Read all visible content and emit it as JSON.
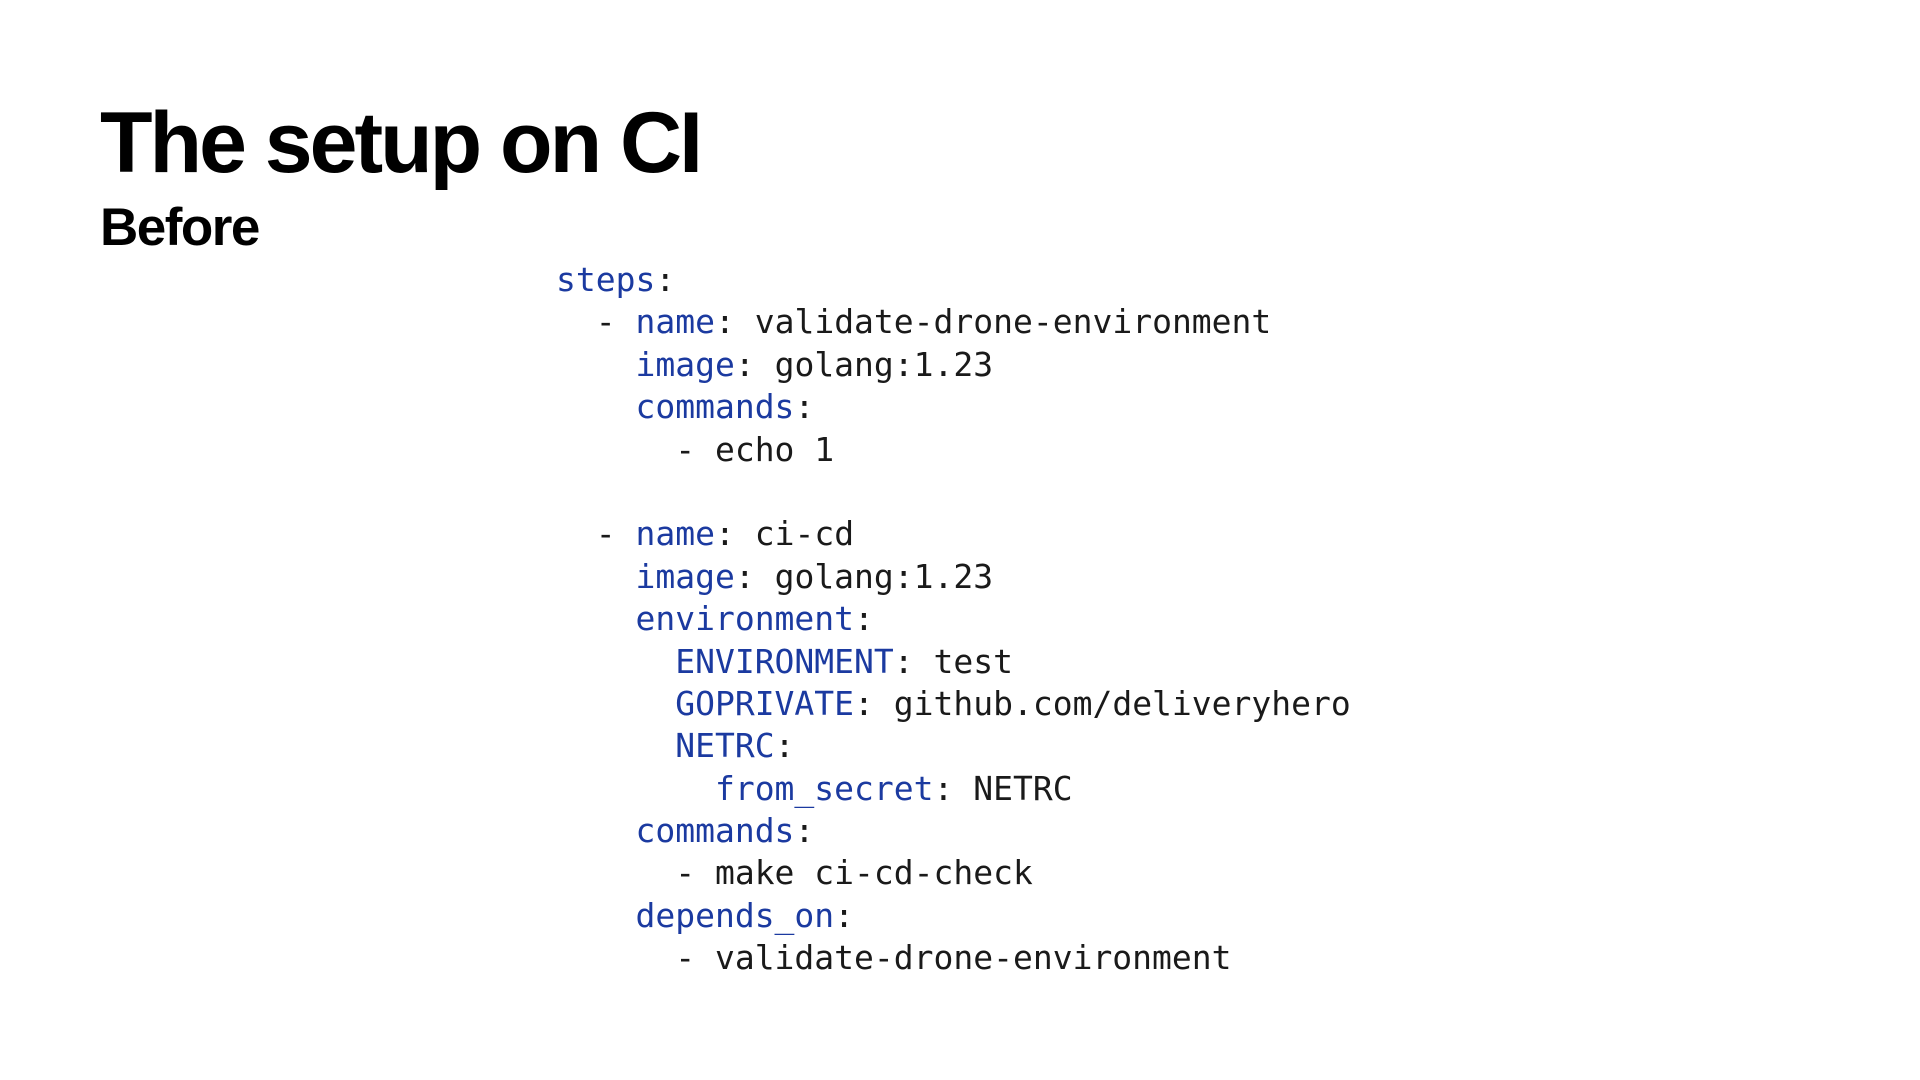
{
  "slide": {
    "title": "The setup on CI",
    "subtitle": "Before"
  },
  "colors": {
    "background": "#ffffff",
    "title": "#000000",
    "yaml_key": "#1b3aa0",
    "yaml_text": "#1a1a1a"
  },
  "code": {
    "language": "yaml",
    "lines": [
      {
        "indent": "",
        "key": "steps",
        "value": ""
      },
      {
        "indent": "  - ",
        "key": "name",
        "value": "validate-drone-environment"
      },
      {
        "indent": "    ",
        "key": "image",
        "value": "golang:1.23"
      },
      {
        "indent": "    ",
        "key": "commands",
        "value": ""
      },
      {
        "indent": "      - ",
        "key": "",
        "value": "echo 1"
      },
      {
        "indent": "",
        "key": "",
        "value": ""
      },
      {
        "indent": "  - ",
        "key": "name",
        "value": "ci-cd"
      },
      {
        "indent": "    ",
        "key": "image",
        "value": "golang:1.23"
      },
      {
        "indent": "    ",
        "key": "environment",
        "value": ""
      },
      {
        "indent": "      ",
        "key": "ENVIRONMENT",
        "value": "test"
      },
      {
        "indent": "      ",
        "key": "GOPRIVATE",
        "value": "github.com/deliveryhero"
      },
      {
        "indent": "      ",
        "key": "NETRC",
        "value": ""
      },
      {
        "indent": "        ",
        "key": "from_secret",
        "value": "NETRC"
      },
      {
        "indent": "    ",
        "key": "commands",
        "value": ""
      },
      {
        "indent": "      - ",
        "key": "",
        "value": "make ci-cd-check"
      },
      {
        "indent": "    ",
        "key": "depends_on",
        "value": ""
      },
      {
        "indent": "      - ",
        "key": "",
        "value": "validate-drone-environment"
      }
    ]
  }
}
